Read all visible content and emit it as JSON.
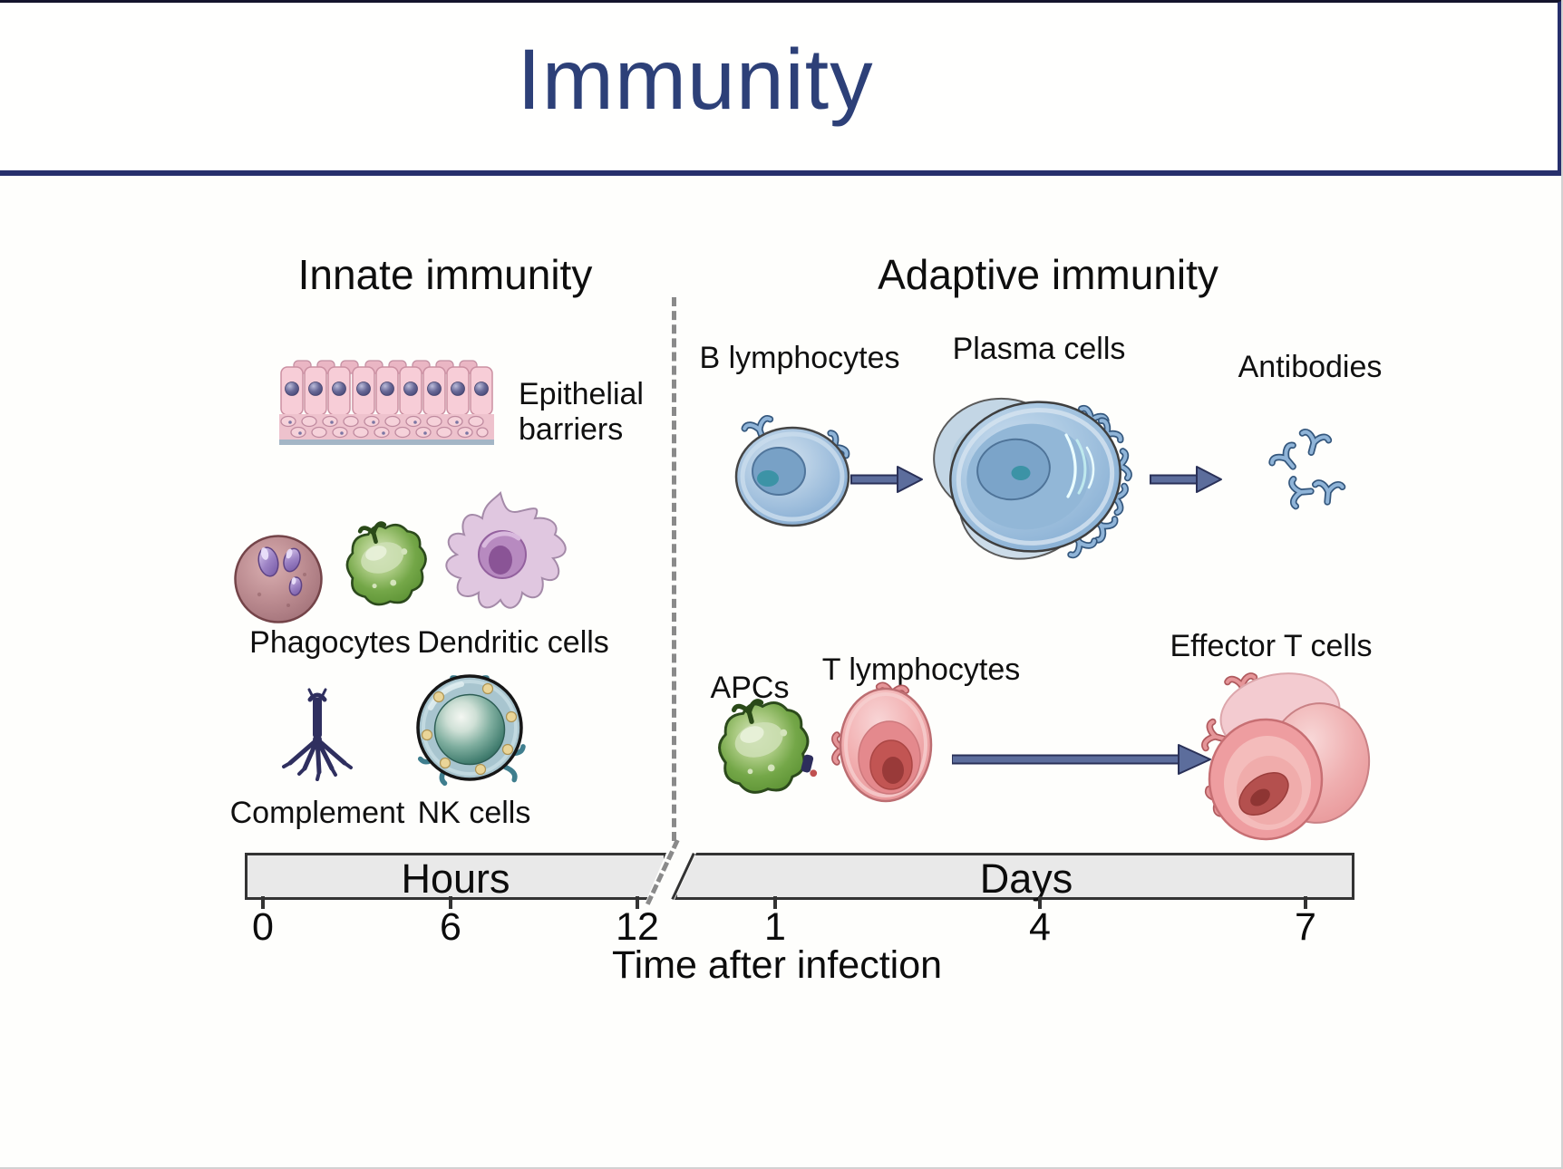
{
  "slide": {
    "title": "Immunity"
  },
  "sections": {
    "innate": {
      "heading": "Innate immunity"
    },
    "adaptive": {
      "heading": "Adaptive immunity"
    }
  },
  "labels": {
    "epithelial_line1": "Epithelial",
    "epithelial_line2": "barriers",
    "phagocytes": "Phagocytes",
    "dendritic": "Dendritic cells",
    "complement": "Complement",
    "nk": "NK cells",
    "b_lymphocytes": "B lymphocytes",
    "plasma_cells": "Plasma cells",
    "antibodies": "Antibodies",
    "apcs": "APCs",
    "t_lymphocytes": "T lymphocytes",
    "effector_t": "Effector T cells"
  },
  "timeline": {
    "hours_label": "Hours",
    "days_label": "Days",
    "hours_ticks": [
      "0",
      "6",
      "12"
    ],
    "days_ticks": [
      "1",
      "4",
      "7"
    ],
    "axis_label": "Time after infection"
  },
  "colors": {
    "title_text": "#2d4078",
    "banner_rule": "#272f6c",
    "bar_fill": "#e9e9e9",
    "bar_border": "#333333",
    "dashed_divider": "#8a8a8a",
    "arrow": "#5c6d9c",
    "innate_green": "#74a748",
    "nk_teal": "#447f71",
    "b_cell_blue": "#93b6d8",
    "t_cell_pink": "#e9989b"
  }
}
